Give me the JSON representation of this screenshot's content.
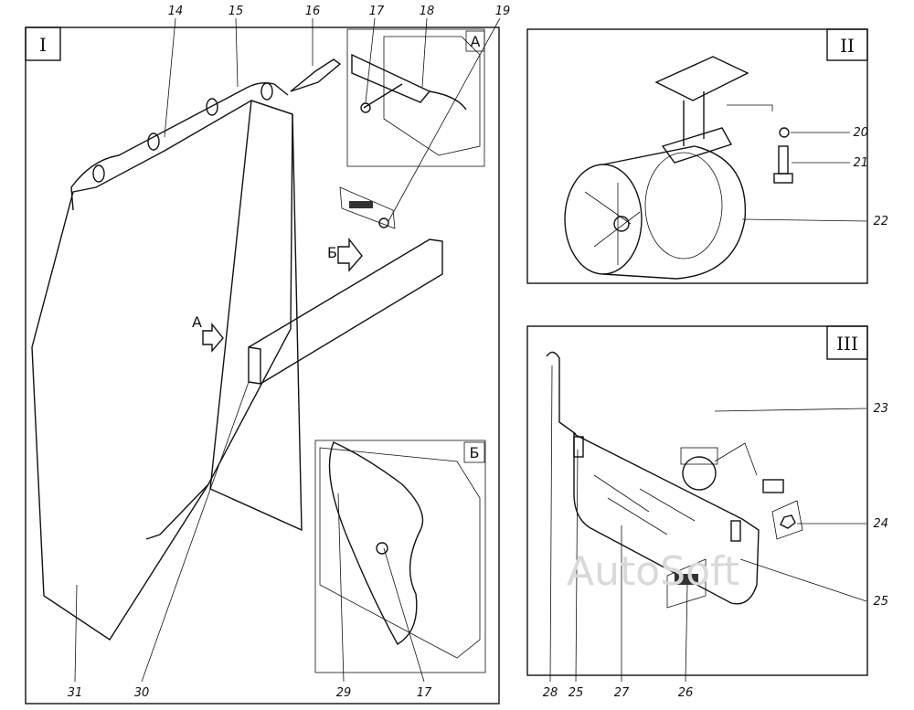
{
  "panels": {
    "panel1": {
      "roman": "I",
      "inset_a": "А",
      "inset_b": "Б",
      "arrow_a": "А",
      "arrow_b": "Б"
    },
    "panel2": {
      "roman": "II"
    },
    "panel3": {
      "roman": "III"
    }
  },
  "callouts": {
    "c14": "14",
    "c15": "15",
    "c16": "16",
    "c17a": "17",
    "c18": "18",
    "c19": "19",
    "c20": "20",
    "c21": "21",
    "c22": "22",
    "c23": "23",
    "c24": "24",
    "c25a": "25",
    "c25b": "25",
    "c26": "26",
    "c27": "27",
    "c28": "28",
    "c29": "29",
    "c17b": "17",
    "c30": "30",
    "c31": "31"
  },
  "watermark": "AutoSoft"
}
